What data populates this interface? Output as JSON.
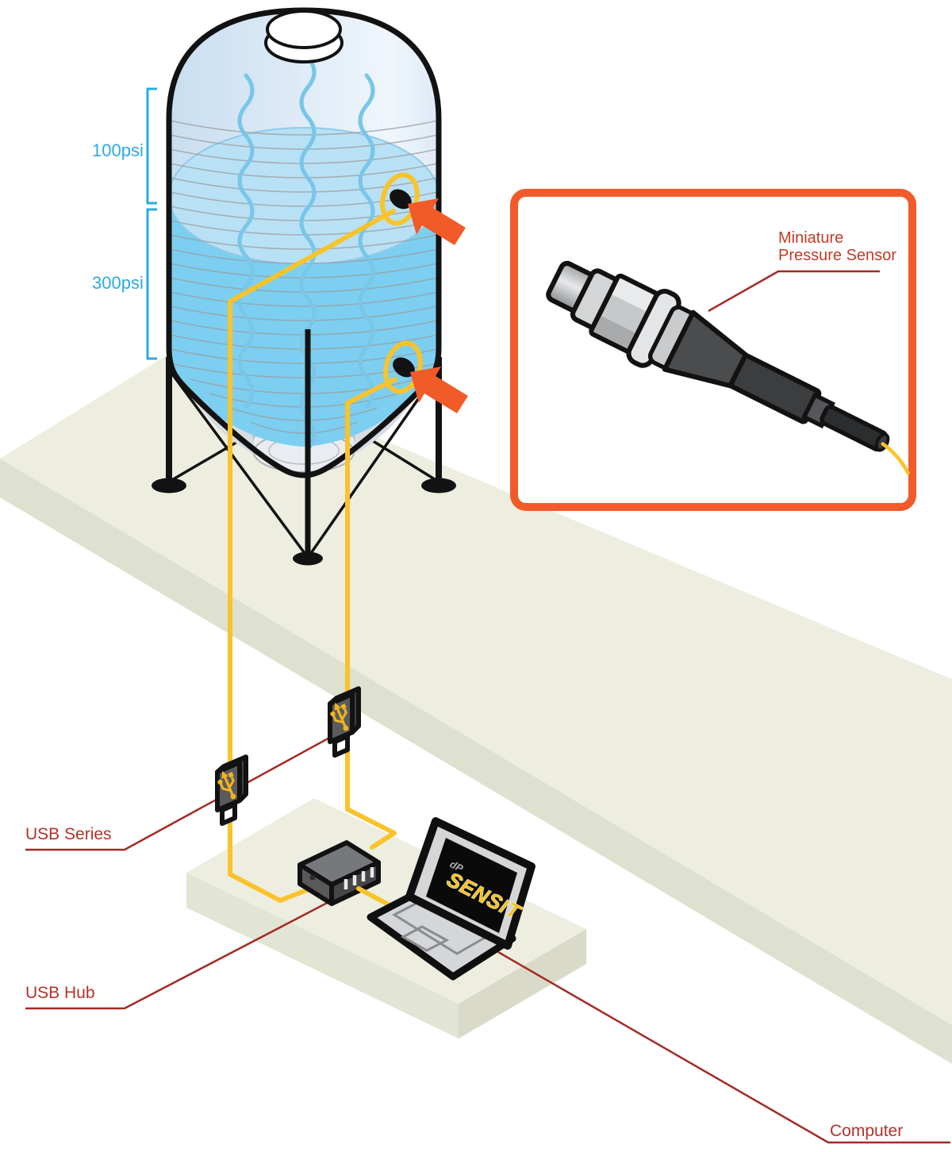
{
  "tank": {
    "pressure_label_top": "100psi",
    "pressure_label_bottom": "300psi"
  },
  "inset": {
    "label_line1": "Miniature",
    "label_line2": "Pressure Sensor"
  },
  "callouts": {
    "usb_series": "USB Series",
    "usb_hub": "USB Hub",
    "computer": "Computer"
  },
  "laptop": {
    "logo_prefix": "dP",
    "logo_text": "SENSIT"
  },
  "icons": {
    "usb_symbol": "usb-trident-icon",
    "arrow": "block-arrow-icon"
  },
  "colors": {
    "cyan": "#29ABE2",
    "cable_yellow": "#F9C32B",
    "arrow_orange": "#F15B2A",
    "inset_border_orange": "#F15B2A",
    "label_red": "#B1332A",
    "leader_line_red": "#A32B24",
    "inset_label_red": "#C33B26",
    "water_blue": "#7CCFF0",
    "platform_beige": "#EDEEE0"
  }
}
